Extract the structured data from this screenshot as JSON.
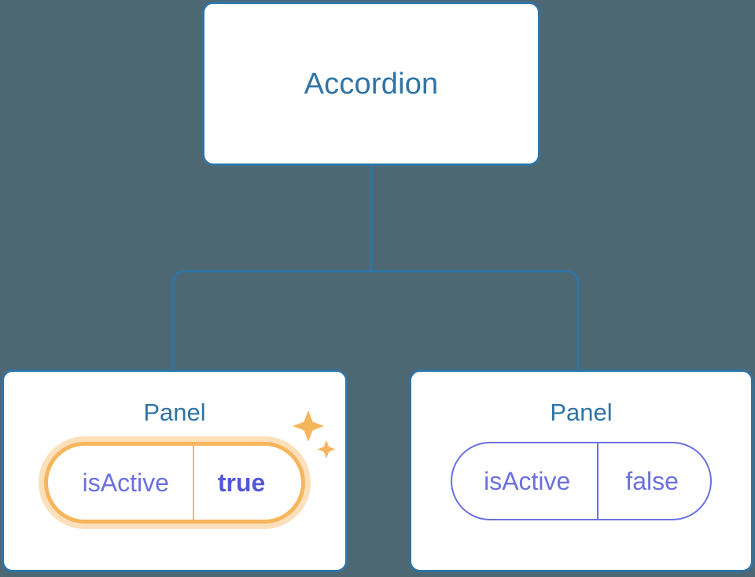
{
  "diagram": {
    "type": "component-tree",
    "background_color": "#4d6872",
    "node_border_color": "#2f74a5",
    "node_title_color": "#2f74a5",
    "connector_color": "#2f74a5",
    "prop_color": "#6b70de",
    "highlight_color": "#f7b55c",
    "highlight_glow_color": "#fbe0bb",
    "highlight_value_color": "#5257d4"
  },
  "root": {
    "title": "Accordion"
  },
  "panels": [
    {
      "title": "Panel",
      "highlighted": true,
      "prop": {
        "key": "isActive",
        "value": "true"
      },
      "sparkle_icon": "sparkles-icon"
    },
    {
      "title": "Panel",
      "highlighted": false,
      "prop": {
        "key": "isActive",
        "value": "false"
      }
    }
  ]
}
